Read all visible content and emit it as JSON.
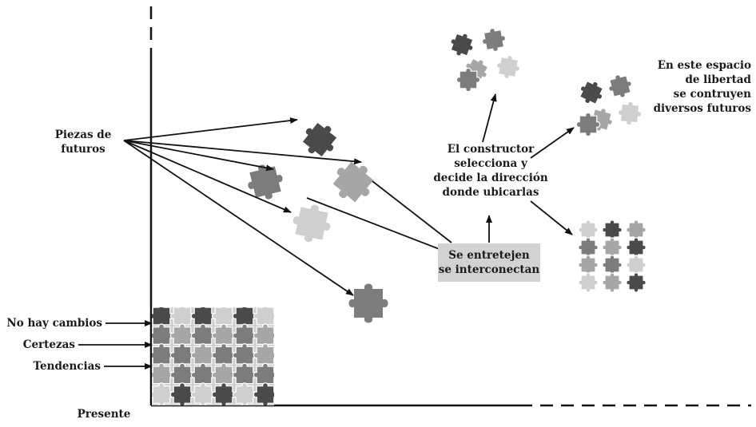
{
  "labels": {
    "pieces": "Piezas de\nfuturos",
    "constructor": "El constructor\nselecciona y\ndecide la dirección\ndonde ubicarlas",
    "interweave": "Se entretejen\nse interconectan",
    "freedom": "En este espacio\nde libertad\nse contruyen\ndiversos futuros",
    "no_change": "No hay cambios",
    "certainties": "Certezas",
    "trends": "Tendencias",
    "present": "Presente"
  },
  "colors": {
    "dark": "#4a4a4a",
    "mid": "#7c7c7c",
    "light": "#a6a6a6",
    "pale": "#cfcfcf",
    "line": "#111111",
    "box": "#d2d2d2"
  },
  "icons": [
    "puzzle-piece-icon",
    "arrow-icon"
  ]
}
